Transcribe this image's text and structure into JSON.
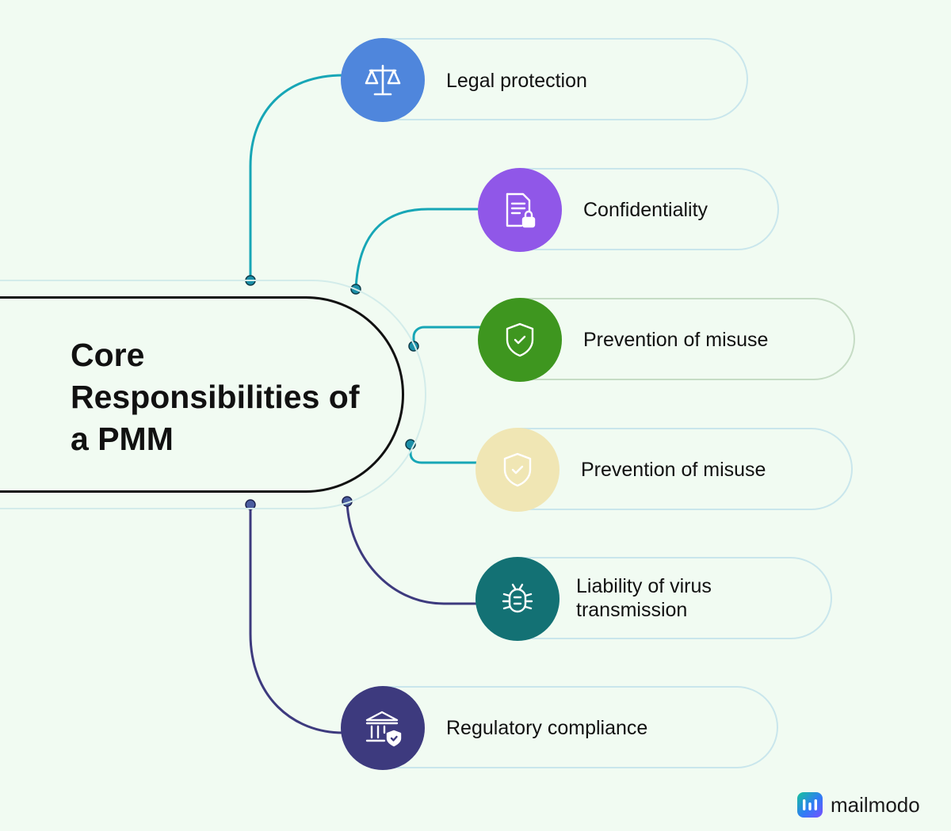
{
  "hub": {
    "title": "Core Responsibilities of a PMM"
  },
  "items": [
    {
      "label": "Legal protection",
      "icon": "scales-icon",
      "color": "#4f86dc"
    },
    {
      "label": "Confidentiality",
      "icon": "locked-document-icon",
      "color": "#9057e8"
    },
    {
      "label": "Prevention of misuse",
      "icon": "shield-check-icon",
      "color": "#3e961f"
    },
    {
      "label": "Prevention of misuse",
      "icon": "shield-check-icon",
      "color": "#f0e6b4"
    },
    {
      "label": "Liability of virus transmission",
      "icon": "bug-icon",
      "color": "#137174"
    },
    {
      "label": "Regulatory compliance",
      "icon": "bank-shield-icon",
      "color": "#3d3a7e"
    }
  ],
  "connector_colors": {
    "top": "#17a6b6",
    "bottom": "#3d3a7e"
  },
  "brand": {
    "name": "mailmodo"
  }
}
